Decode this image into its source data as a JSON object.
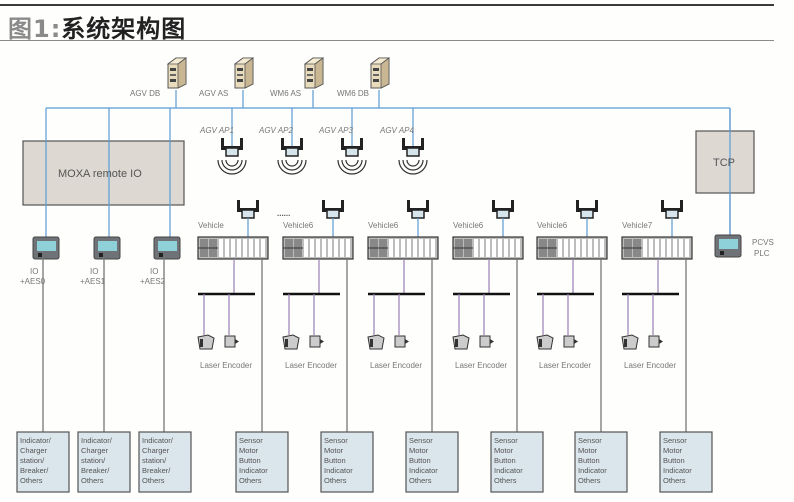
{
  "header": {
    "figure_label": "图1:",
    "title": "系统架构图"
  },
  "servers": [
    {
      "label": "AGV DB",
      "icon": "server-icon"
    },
    {
      "label": "AGV AS",
      "icon": "server-icon"
    },
    {
      "label": "WM6 AS",
      "icon": "server-icon"
    },
    {
      "label": "WM6 DB",
      "icon": "server-icon"
    }
  ],
  "access_points": [
    {
      "label": "AGV AP1",
      "icon": "wireless-ap-icon"
    },
    {
      "label": "AGV AP2",
      "icon": "wireless-ap-icon"
    },
    {
      "label": "AGV AP3",
      "icon": "wireless-ap-icon"
    },
    {
      "label": "AGV AP4",
      "icon": "wireless-ap-icon"
    }
  ],
  "moxa": {
    "label": "MOXA remote IO"
  },
  "tcp": {
    "label": "TCP"
  },
  "pcvs": {
    "label_line1": "PCVS",
    "label_line2": "PLC",
    "icon": "plc-icon"
  },
  "io_modules": [
    {
      "line1": "IO",
      "line2": "+AES0",
      "icon": "plc-icon"
    },
    {
      "line1": "IO",
      "line2": "+AES1",
      "icon": "plc-icon"
    },
    {
      "line1": "IO",
      "line2": "+AES2",
      "icon": "plc-icon"
    }
  ],
  "io_boxes": [
    {
      "lines": [
        "Indicator/",
        "Charger",
        "station/",
        "Breaker/",
        "Others"
      ]
    },
    {
      "lines": [
        "Indicator/",
        "Charger",
        "station/",
        "Breaker/",
        "Others"
      ]
    },
    {
      "lines": [
        "Indicator/",
        "Charger",
        "station/",
        "Breaker/",
        "Others"
      ]
    }
  ],
  "ellipsis": "......",
  "vehicles": [
    {
      "label": "Vehicle",
      "devices": "Laser Encoder",
      "box_lines": [
        "Sensor",
        "Motor",
        "Button",
        "Indicator",
        "Others"
      ]
    },
    {
      "label": "Vehicle6",
      "devices": "Laser Encoder",
      "box_lines": [
        "Sensor",
        "Motor",
        "Button",
        "Indicator",
        "Others"
      ]
    },
    {
      "label": "Vehicle6",
      "devices": "Laser Encoder",
      "box_lines": [
        "Sensor",
        "Motor",
        "Button",
        "Indicator",
        "Others"
      ]
    },
    {
      "label": "Vehicle6",
      "devices": "Laser Encoder",
      "box_lines": [
        "Sensor",
        "Motor",
        "Button",
        "Indicator",
        "Others"
      ]
    },
    {
      "label": "Vehicle6",
      "devices": "Laser Encoder",
      "box_lines": [
        "Sensor",
        "Motor",
        "Button",
        "Indicator",
        "Others"
      ]
    },
    {
      "label": "Vehicle7",
      "devices": "Laser Encoder",
      "box_lines": [
        "Sensor",
        "Motor",
        "Button",
        "Indicator",
        "Others"
      ]
    }
  ],
  "colors": {
    "network_line": "#5b9bd5",
    "bus_line": "#9b7fb5",
    "wire_line": "#777777",
    "box_fill": "#dbe5ec",
    "block_fill": "#ddd8d2"
  }
}
